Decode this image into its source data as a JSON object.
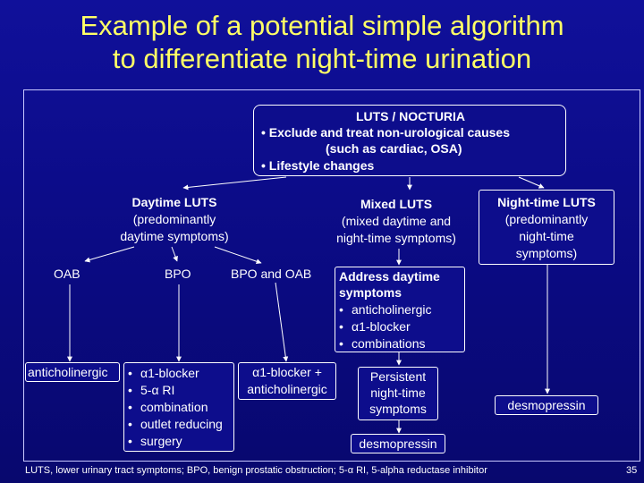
{
  "title_line1": "Example of a potential simple algorithm",
  "title_line2": "to differentiate night-time urination",
  "root": {
    "heading": "LUTS / NOCTURIA",
    "bullet1": "Exclude and treat non-urological causes",
    "bullet1_cont": "(such as cardiac, OSA)",
    "bullet2": "Lifestyle changes"
  },
  "daytime": {
    "heading": "Daytime LUTS",
    "line1": "(predominantly",
    "line2": "daytime symptoms)"
  },
  "mixed": {
    "heading": "Mixed LUTS",
    "line1": "(mixed daytime and",
    "line2": "night-time symptoms)"
  },
  "night": {
    "heading": "Night-time LUTS",
    "line1": "(predominantly",
    "line2": "night-time",
    "line3": "symptoms)"
  },
  "oab": "OAB",
  "bpo": "BPO",
  "bpo_oab": "BPO and OAB",
  "address": {
    "line1": "Address daytime",
    "line2": "symptoms",
    "items": [
      "anticholinergic",
      "α1-blocker",
      "combinations"
    ]
  },
  "anticholinergic": "anticholinergic",
  "bpo_treatments": [
    "α1-blocker",
    "5-α RI",
    "combination",
    "outlet reducing",
    "surgery"
  ],
  "combo": {
    "line1": "α1-blocker +",
    "line2": "anticholinergic"
  },
  "persistent": {
    "line1": "Persistent",
    "line2": "night-time",
    "line3": "symptoms"
  },
  "desmo_mixed": "desmopressin",
  "desmo_night": "desmopressin",
  "footnote": "LUTS, lower urinary tract symptoms; BPO, benign prostatic obstruction; 5-α RI, 5-alpha reductase inhibitor",
  "page_number": "35",
  "colors": {
    "background": "#0d0d8c",
    "title": "#ffff66",
    "text": "#ffffff",
    "arrows": "#ffffff"
  }
}
